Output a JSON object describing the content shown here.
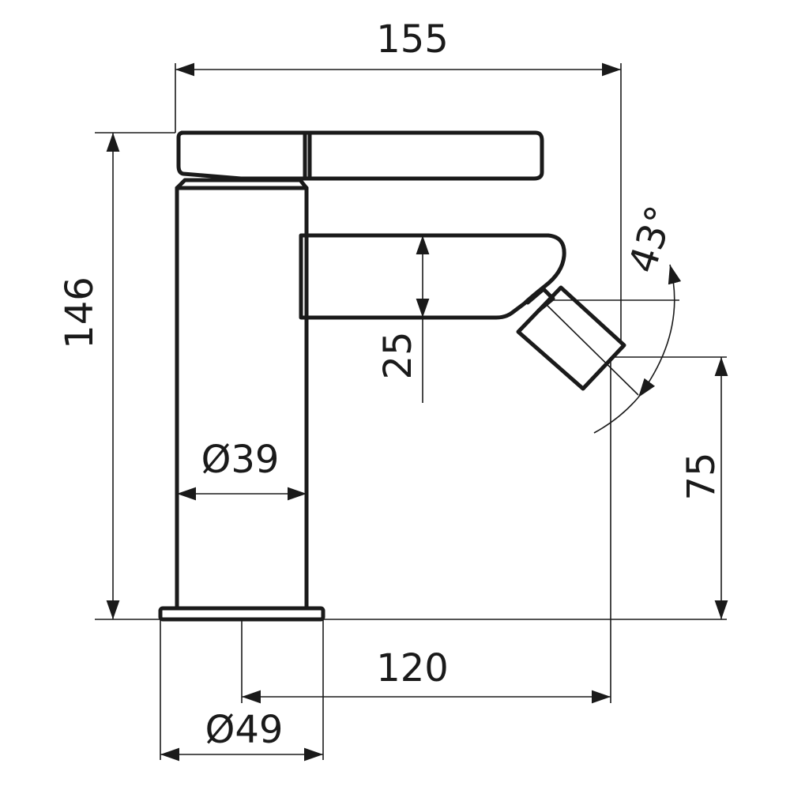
{
  "dimensions": {
    "overall_width": "155",
    "overall_height": "146",
    "body_diameter": "Ø39",
    "base_diameter": "Ø49",
    "spout_height": "25",
    "outlet_height": "75",
    "projection": "120",
    "nozzle_angle": "43°"
  },
  "colors": {
    "line": "#1a1a1a",
    "background": "#ffffff"
  }
}
